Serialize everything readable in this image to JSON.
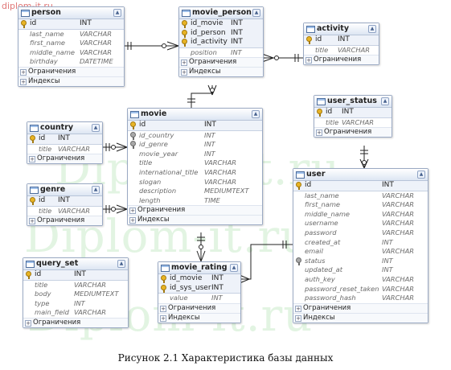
{
  "watermark": {
    "top": "diplom-it.ru",
    "line1": "Diplom-it.ru",
    "line2": "Diplom-it.ru",
    "line3": "Diplom-it.ru"
  },
  "sections": {
    "constraints": "Ограничения",
    "indexes": "Индексы"
  },
  "tables": {
    "person": {
      "name": "person",
      "keys": [
        {
          "n": "id",
          "t": "INT"
        }
      ],
      "attrs": [
        {
          "n": "last_name",
          "t": "VARCHAR"
        },
        {
          "n": "first_name",
          "t": "VARCHAR"
        },
        {
          "n": "middle_name",
          "t": "VARCHAR"
        },
        {
          "n": "birthday",
          "t": "DATETIME"
        }
      ]
    },
    "movie_person": {
      "name": "movie_person",
      "keys": [
        {
          "n": "id_movie",
          "t": "INT"
        },
        {
          "n": "id_person",
          "t": "INT"
        },
        {
          "n": "id_activity",
          "t": "INT"
        }
      ],
      "attrs": [
        {
          "n": "position",
          "t": "INT"
        }
      ]
    },
    "activity": {
      "name": "activity",
      "keys": [
        {
          "n": "id",
          "t": "INT"
        }
      ],
      "attrs": [
        {
          "n": "title",
          "t": "VARCHAR"
        }
      ]
    },
    "movie": {
      "name": "movie",
      "keys": [
        {
          "n": "id",
          "t": "INT"
        }
      ],
      "attrs": [
        {
          "n": "id_country",
          "t": "INT"
        },
        {
          "n": "id_genre",
          "t": "INT"
        },
        {
          "n": "movie_year",
          "t": "INT"
        },
        {
          "n": "title",
          "t": "VARCHAR"
        },
        {
          "n": "international_title",
          "t": "VARCHAR"
        },
        {
          "n": "slogan",
          "t": "VARCHAR"
        },
        {
          "n": "description",
          "t": "MEDIUMTEXT"
        },
        {
          "n": "length",
          "t": "TIME"
        }
      ]
    },
    "user_status": {
      "name": "user_status",
      "keys": [
        {
          "n": "id",
          "t": "INT"
        }
      ],
      "attrs": [
        {
          "n": "title",
          "t": "VARCHAR"
        }
      ]
    },
    "country": {
      "name": "country",
      "keys": [
        {
          "n": "id",
          "t": "INT"
        }
      ],
      "attrs": [
        {
          "n": "title",
          "t": "VARCHAR"
        }
      ]
    },
    "genre": {
      "name": "genre",
      "keys": [
        {
          "n": "id",
          "t": "INT"
        }
      ],
      "attrs": [
        {
          "n": "title",
          "t": "VARCHAR"
        }
      ]
    },
    "user": {
      "name": "user",
      "keys": [
        {
          "n": "id",
          "t": "INT"
        }
      ],
      "attrs": [
        {
          "n": "last_name",
          "t": "VARCHAR"
        },
        {
          "n": "first_name",
          "t": "VARCHAR"
        },
        {
          "n": "middle_name",
          "t": "VARCHAR"
        },
        {
          "n": "username",
          "t": "VARCHAR"
        },
        {
          "n": "password",
          "t": "VARCHAR"
        },
        {
          "n": "created_at",
          "t": "INT"
        },
        {
          "n": "email",
          "t": "VARCHAR"
        },
        {
          "n": "status",
          "t": "INT"
        },
        {
          "n": "updated_at",
          "t": "INT"
        },
        {
          "n": "auth_key",
          "t": "VARCHAR"
        },
        {
          "n": "password_reset_taken",
          "t": "VARCHAR"
        },
        {
          "n": "password_hash",
          "t": "VARCHAR"
        }
      ]
    },
    "query_set": {
      "name": "query_set",
      "keys": [
        {
          "n": "id",
          "t": "INT"
        }
      ],
      "attrs": [
        {
          "n": "title",
          "t": "VARCHAR"
        },
        {
          "n": "body",
          "t": "MEDIUMTEXT"
        },
        {
          "n": "type",
          "t": "INT"
        },
        {
          "n": "main_field",
          "t": "VARCHAR"
        }
      ]
    },
    "movie_rating": {
      "name": "movie_rating",
      "keys": [
        {
          "n": "id_movie",
          "t": "INT"
        },
        {
          "n": "id_sys_user",
          "t": "INT"
        }
      ],
      "attrs": [
        {
          "n": "value",
          "t": "INT"
        }
      ]
    }
  },
  "caption": "Рисунок 2.1 Характеристика базы данных"
}
